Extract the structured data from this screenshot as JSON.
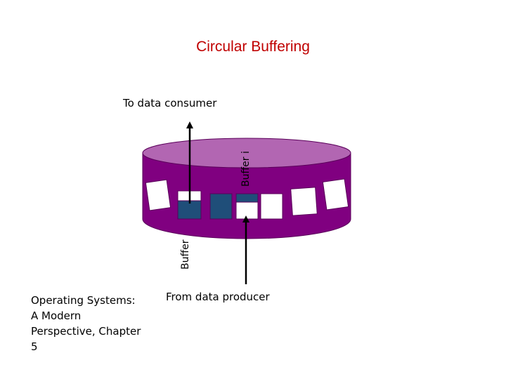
{
  "title": "Circular Buffering",
  "consumer_label": "To data consumer",
  "producer_label": "From data producer",
  "buffer_labels": {
    "upper": "Buffer i",
    "lower": "Buffer"
  },
  "footer": {
    "line1": "Operating Systems:",
    "line2": "A Modern",
    "line3": "Perspective, Chapter",
    "line4": "5"
  },
  "colors": {
    "title": "#c00000",
    "ring_side": "#800080",
    "ring_top": "#b266b2",
    "filled_buffer": "#1f4e79",
    "empty_buffer": "#ffffff"
  }
}
